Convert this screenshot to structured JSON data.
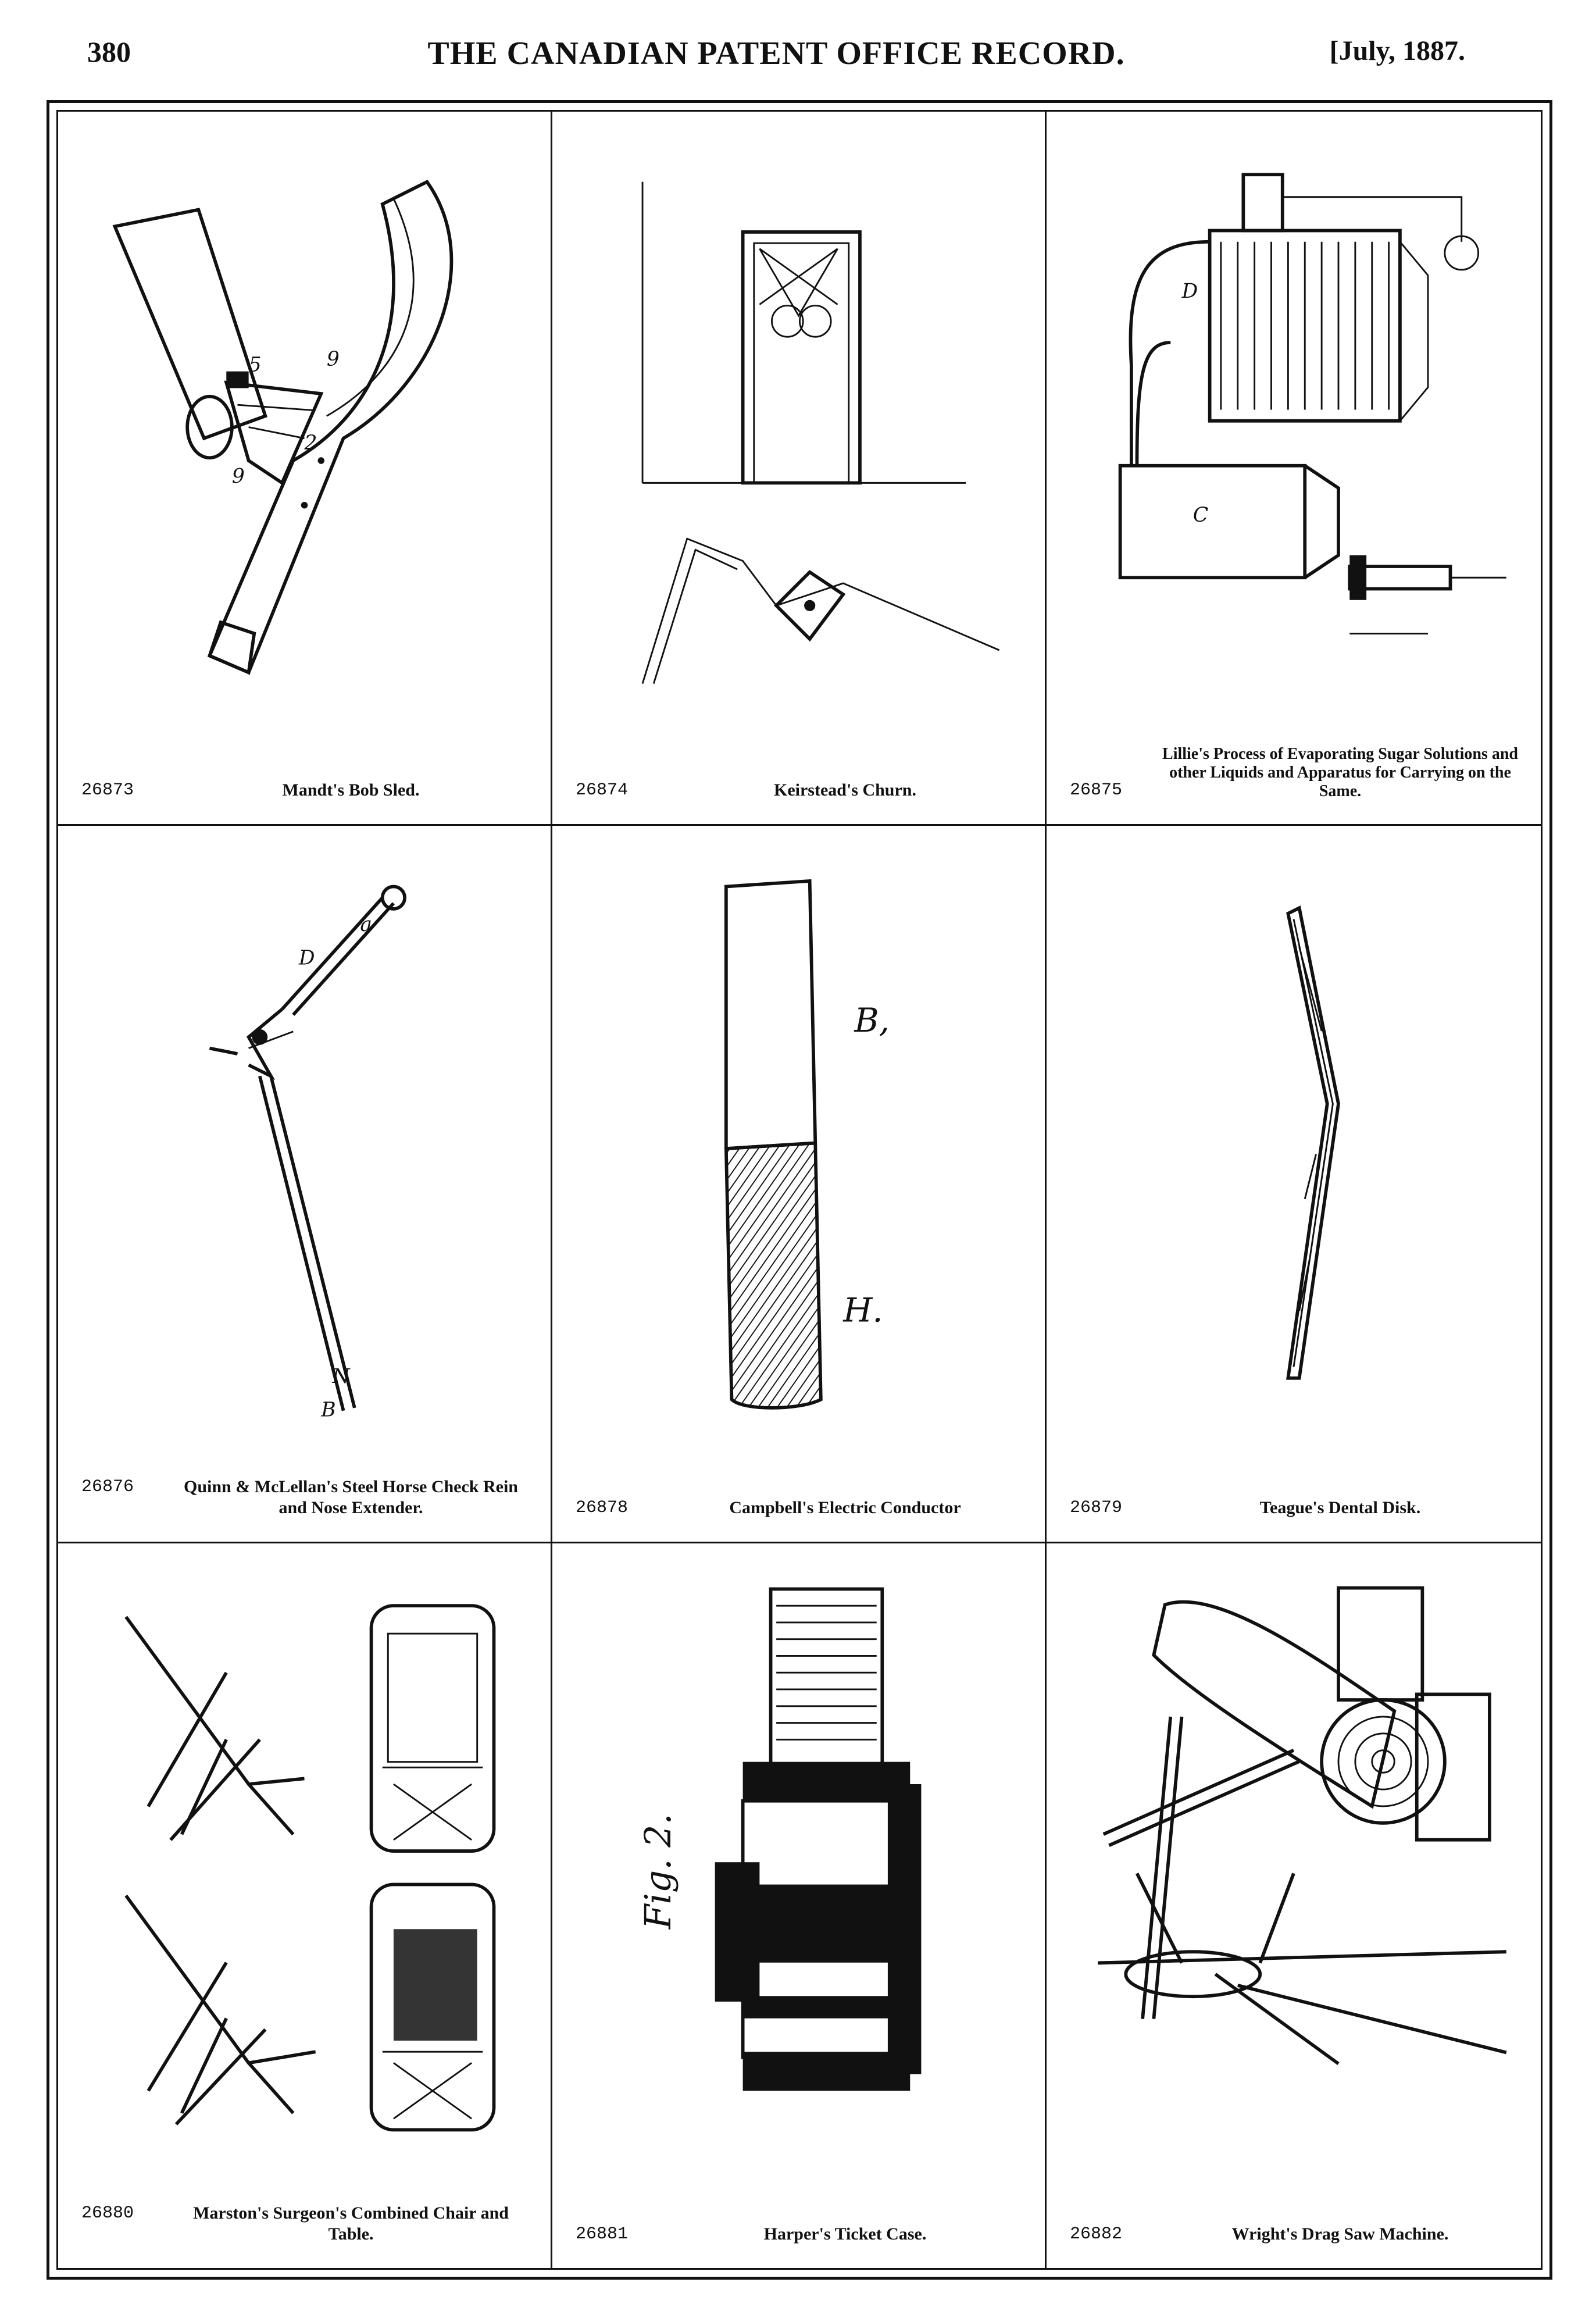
{
  "header": {
    "page_number": "380",
    "title": "THE CANADIAN PATENT OFFICE RECORD.",
    "date": "[July, 1887."
  },
  "patents": [
    {
      "number": "26873",
      "title": "Mandt's Bob Sled."
    },
    {
      "number": "26874",
      "title": "Keirstead's Churn."
    },
    {
      "number": "26875",
      "title": "Lillie's Process of Evaporating Sugar Solutions and other Liquids and Apparatus for Carrying on the Same."
    },
    {
      "number": "26876",
      "title": "Quinn & McLellan's Steel Horse Check Rein and Nose Extender."
    },
    {
      "number": "26878",
      "title": "Campbell's Electric Conductor"
    },
    {
      "number": "26879",
      "title": "Teague's Dental Disk."
    },
    {
      "number": "26880",
      "title": "Marston's Surgeon's Combined Chair and Table."
    },
    {
      "number": "26881",
      "title": "Harper's Ticket Case."
    },
    {
      "number": "26882",
      "title": "Wright's Drag Saw Machine."
    }
  ],
  "figure_labels": {
    "conductor_b": "B,",
    "conductor_h": "H.",
    "ticket_fig": "Fig. 2."
  }
}
